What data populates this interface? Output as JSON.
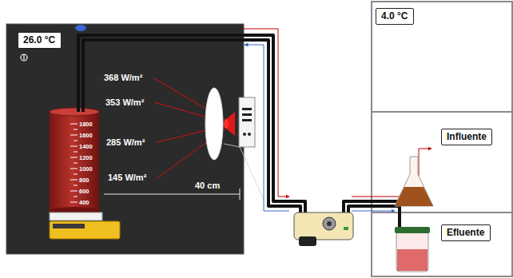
{
  "diagram": {
    "nodes": [
      {
        "text": [
          "26.0 °C"
        ]
      },
      {
        "text": [
          "4.0 °C"
        ]
      },
      {
        "text": [
          "Influente"
        ]
      },
      {
        "text": [
          "Efluente"
        ]
      }
    ],
    "labels": [
      "368 W/m²",
      "353 W/m²",
      "285 W/m²",
      "145 W/m²",
      "1800",
      "1600",
      "1400",
      "1200",
      "1000",
      "800",
      "600",
      "400",
      "40 cm"
    ]
  }
}
